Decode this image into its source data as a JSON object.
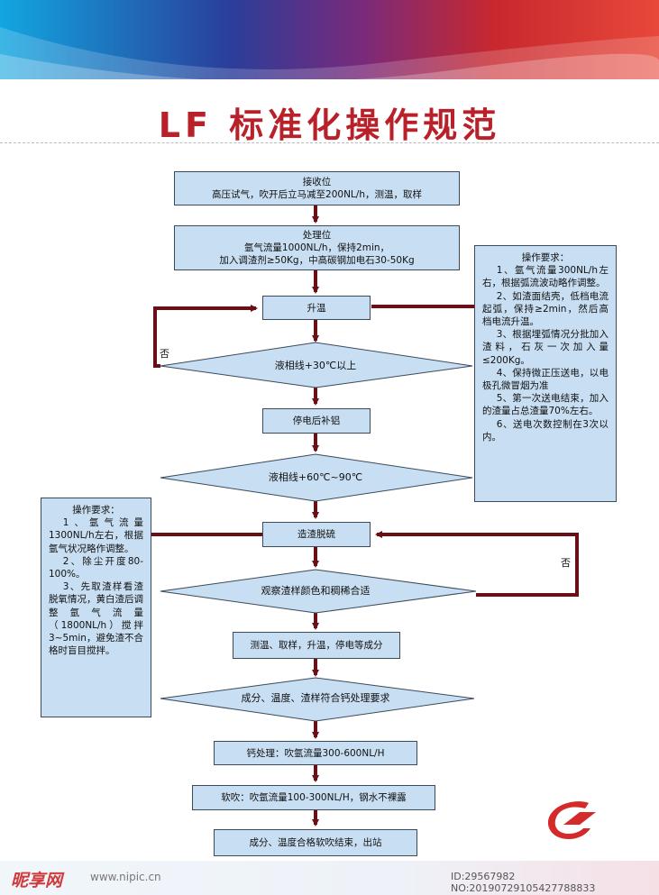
{
  "title": "LF 标准化操作规范",
  "colors": {
    "box_fill": "#c8def2",
    "arrow": "#6b0f16",
    "title": "#b8202a"
  },
  "steps": {
    "s1": [
      "接收位",
      "高压试气，吹开后立马减至200NL/h，测温，取样"
    ],
    "s2": [
      "处理位",
      "氩气流量1000NL/h，保持2min，",
      "加入调渣剂≥50Kg，中高碳钢加电石30-50Kg"
    ],
    "s3": "升温",
    "d1": "液相线+30℃以上",
    "s4": "停电后补铝",
    "d2": "液相线+60℃~90℃",
    "s5": "造渣脱硫",
    "d3": "观察渣样颜色和稠稀合适",
    "s6": "测温、取样，升温，停电等成分",
    "d4": "成分、温度、渣样符合钙处理要求",
    "s7": "钙处理：吹氩流量300-600NL/H",
    "s8": "软吹：吹氩流量100-300NL/H，钢水不裸露",
    "s9": "成分、温度合格软吹结束，出站"
  },
  "no_label": "否",
  "note_right": {
    "heading": "操作要求：",
    "items": [
      "1、氩气流量300NL/h左右，根据弧流波动略作调整。",
      "2、如渣面结壳，低档电流起弧，保持≥2min，然后高档电流升温。",
      "3、根据埋弧情况分批加入渣料，石灰一次加入量≤200Kg。",
      "4、保持微正压送电，以电极孔微冒烟为准",
      "5、第一次送电结束，加入的渣量占总渣量70%左右。",
      "6、送电次数控制在3次以内。"
    ]
  },
  "note_left": {
    "heading": "操作要求：",
    "items": [
      "1、氩气流量1300NL/h左右，根据氩气状况略作调整。",
      "2、除尘开度80-100%。",
      "3、先取渣样看渣脱氧情况，黄白渣后调整氩气流量（1800NL/h）搅拌3~5min，避免渣不合格时盲目搅拌。"
    ]
  },
  "watermark": {
    "brand": "昵享网",
    "url": "www.nipic.cn",
    "id": "ID:29567982 NO:20190729105427788833"
  }
}
